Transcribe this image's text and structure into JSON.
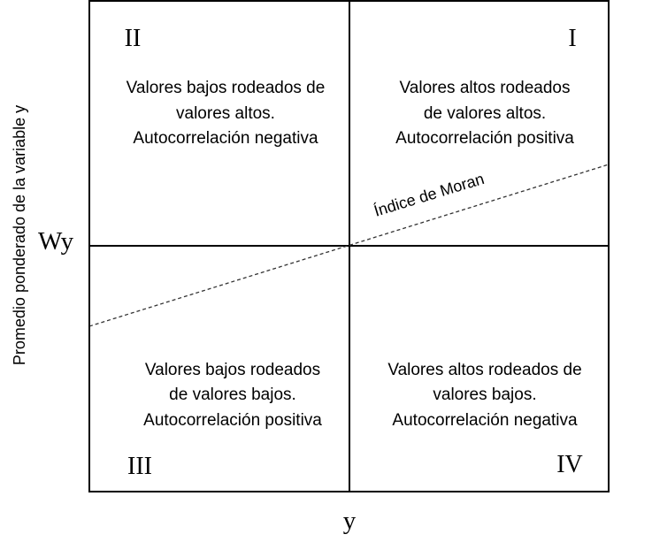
{
  "quadrants": {
    "q1": {
      "numeral": "I",
      "lines": [
        "Valores altos rodeados",
        "de valores altos.",
        "Autocorrelación positiva"
      ]
    },
    "q2": {
      "numeral": "II",
      "lines": [
        "Valores bajos rodeados de",
        "valores altos.",
        "Autocorrelación negativa"
      ]
    },
    "q3": {
      "numeral": "III",
      "lines": [
        "Valores bajos rodeados",
        "de valores bajos.",
        "Autocorrelación positiva"
      ]
    },
    "q4": {
      "numeral": "IV",
      "lines": [
        "Valores altos rodeados de",
        "valores bajos.",
        "Autocorrelación negativa"
      ]
    }
  },
  "moran_label": "Índice de Moran",
  "axes": {
    "x_label": "y",
    "y_label": "Wy",
    "y_title": "Promedio ponderado de la variable y"
  }
}
